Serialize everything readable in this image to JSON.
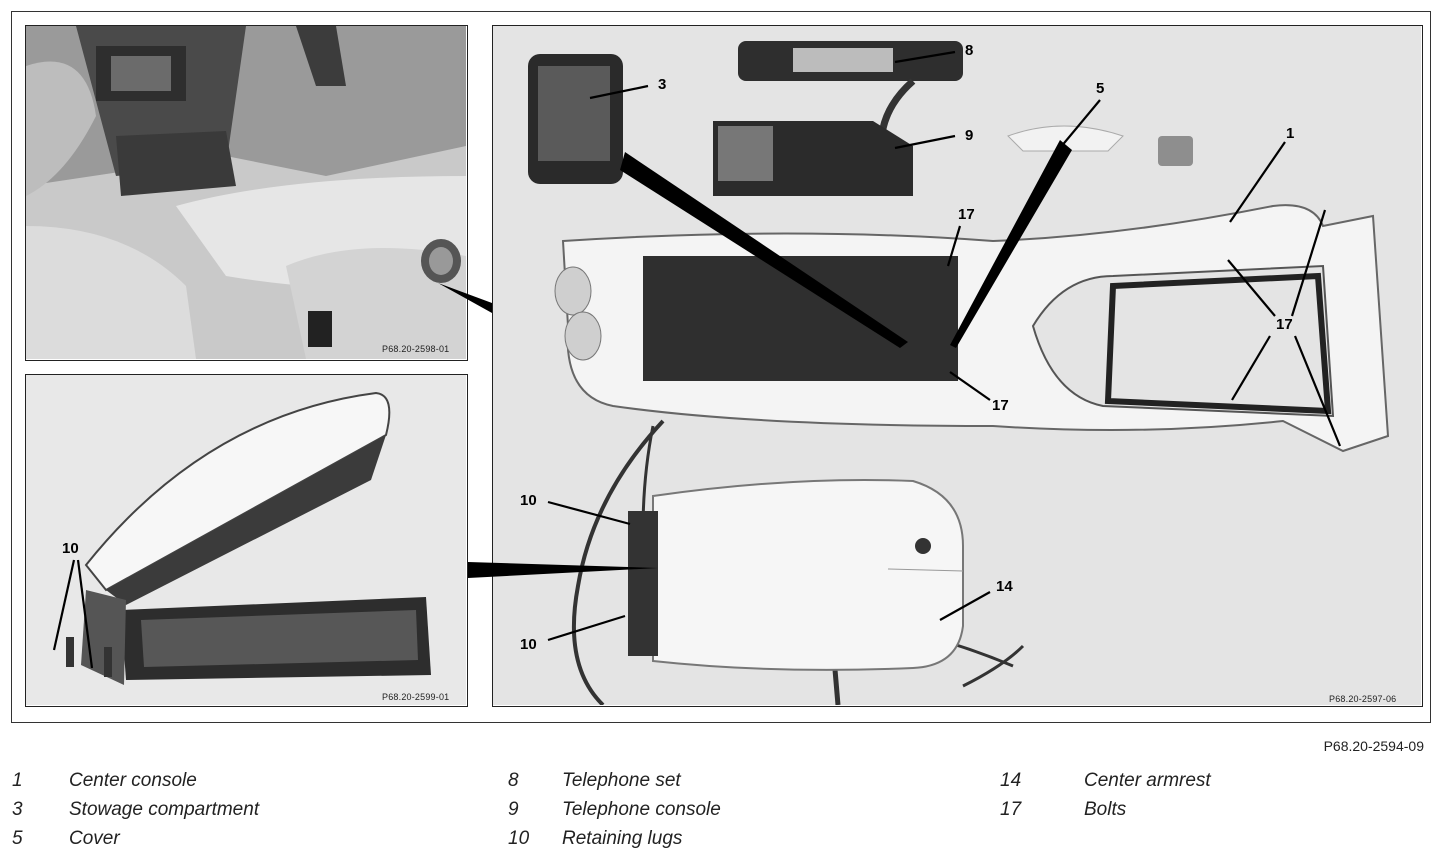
{
  "figure_code": "P68.20-2594-09",
  "photos": {
    "top_left_code": "P68.20-2598-01",
    "bottom_left_code": "P68.20-2599-01",
    "right_code": "P68.20-2597-06"
  },
  "callouts": {
    "c1": "1",
    "c3": "3",
    "c5": "5",
    "c8": "8",
    "c9": "9",
    "c10_a": "10",
    "c10_b": "10",
    "c10_c": "10",
    "c14": "14",
    "c17_a": "17",
    "c17_b": "17",
    "c17_c": "17"
  },
  "legend": [
    [
      {
        "num": "1",
        "label": "Center console"
      },
      {
        "num": "3",
        "label": "Stowage compartment"
      },
      {
        "num": "5",
        "label": "Cover"
      }
    ],
    [
      {
        "num": "8",
        "label": "Telephone set"
      },
      {
        "num": "9",
        "label": "Telephone console"
      },
      {
        "num": "10",
        "label": "Retaining lugs"
      }
    ],
    [
      {
        "num": "14",
        "label": "Center armrest"
      },
      {
        "num": "17",
        "label": "Bolts"
      }
    ]
  ]
}
